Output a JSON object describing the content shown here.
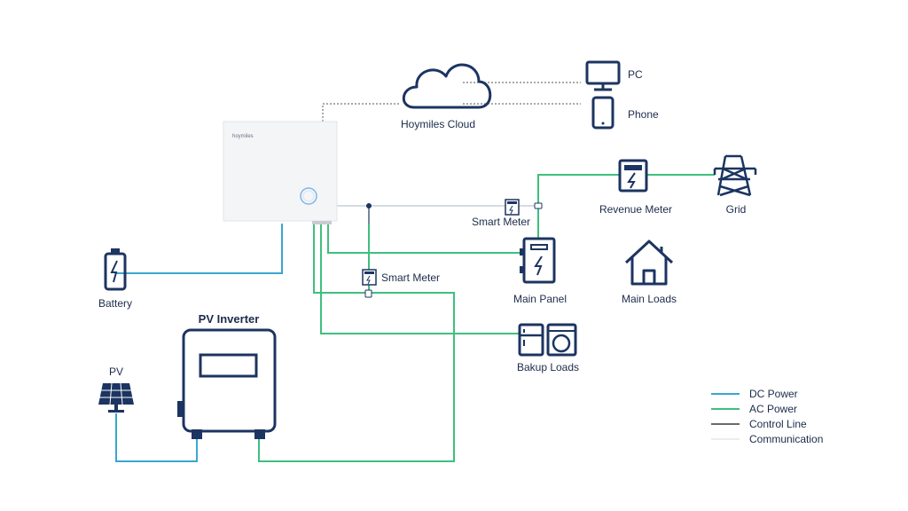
{
  "colors": {
    "dc_power": "#3aa7d2",
    "ac_power": "#3fbf7f",
    "control_line": "#111111",
    "communication": "#d9dde3",
    "comm_dashed": "#555555",
    "icon": "#1c3461"
  },
  "nodes": {
    "cloud": {
      "label": "Hoymiles Cloud",
      "icon": "cloud-icon"
    },
    "pc": {
      "label": "PC",
      "icon": "monitor-icon"
    },
    "phone": {
      "label": "Phone",
      "icon": "phone-icon"
    },
    "hybrid_inverter": {
      "brand": "hoymiles",
      "icon": "hybrid-inverter-icon"
    },
    "smart_meter_top": {
      "label": "Smart Meter",
      "icon": "meter-icon"
    },
    "smart_meter_mid": {
      "label": "Smart Meter",
      "icon": "meter-icon"
    },
    "revenue_meter": {
      "label": "Revenue Meter",
      "icon": "meter-icon"
    },
    "grid": {
      "label": "Grid",
      "icon": "transmission-tower-icon"
    },
    "main_panel": {
      "label": "Main Panel",
      "icon": "electrical-panel-icon"
    },
    "main_loads": {
      "label": "Main Loads",
      "icon": "house-icon"
    },
    "battery": {
      "label": "Battery",
      "icon": "battery-icon"
    },
    "pv_inverter": {
      "label": "PV Inverter",
      "icon": "pv-inverter-icon"
    },
    "pv": {
      "label": "PV",
      "icon": "solar-panel-icon"
    },
    "backup_loads": {
      "label": "Bakup Loads",
      "icon": "appliances-icon"
    }
  },
  "legend": [
    {
      "label": "DC Power",
      "color": "#3aa7d2"
    },
    {
      "label": "AC Power",
      "color": "#3fbf7f"
    },
    {
      "label": "Control Line",
      "color": "#111111"
    },
    {
      "label": "Communication",
      "color": "#e4e7eb"
    }
  ]
}
